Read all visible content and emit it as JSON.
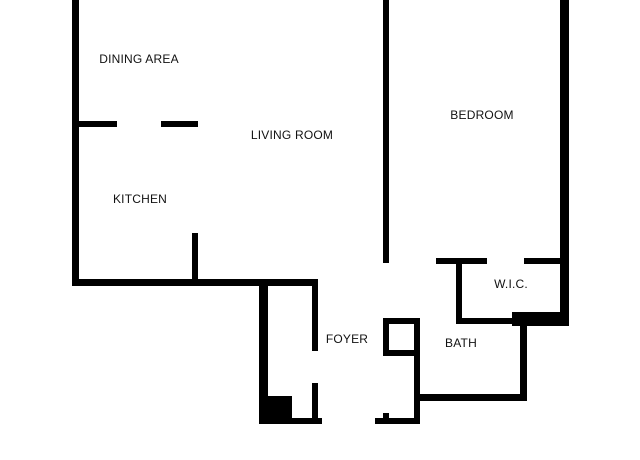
{
  "floorplan": {
    "colors": {
      "wall": "#000000",
      "background": "#ffffff",
      "label": "#111111"
    },
    "rooms": {
      "dining_area": "DINING AREA",
      "living_room": "LIVING ROOM",
      "kitchen": "KITCHEN",
      "bedroom": "BEDROOM",
      "walk_in_closet": "W.I.C.",
      "foyer": "FOYER",
      "bath": "BATH"
    }
  }
}
